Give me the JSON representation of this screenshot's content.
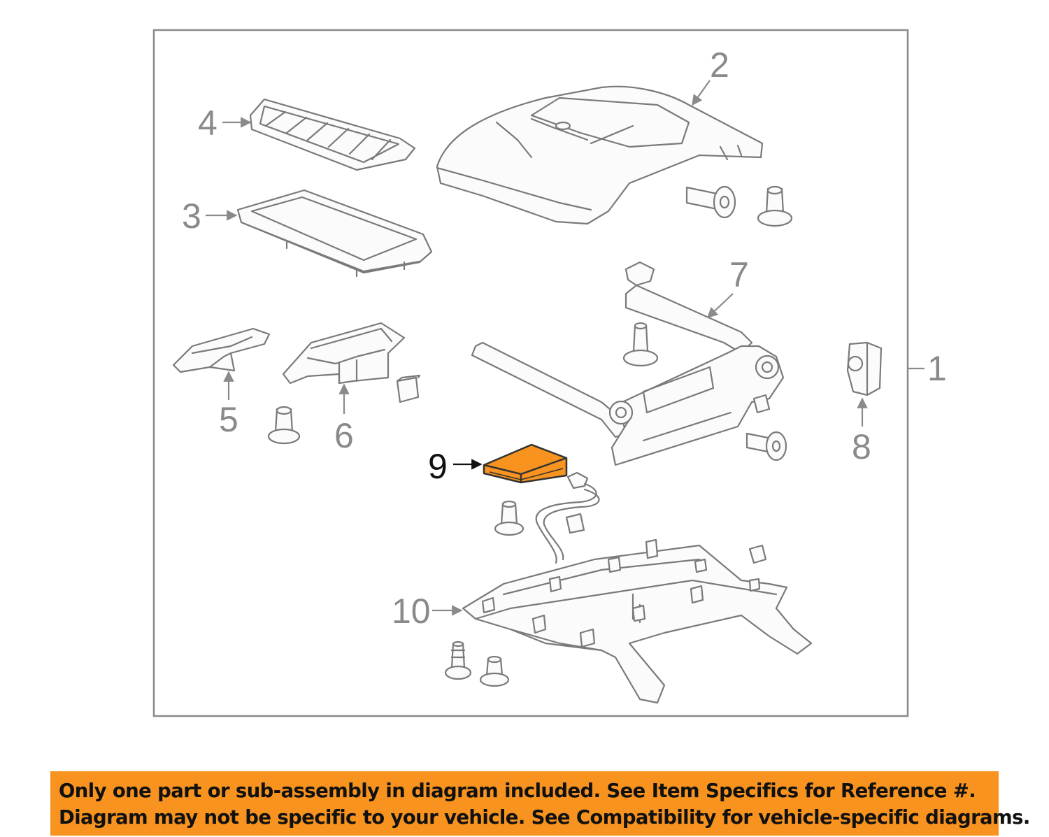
{
  "diagram": {
    "callouts": {
      "c1": "1",
      "c2": "2",
      "c3": "3",
      "c4": "4",
      "c5": "5",
      "c6": "6",
      "c7": "7",
      "c8": "8",
      "c9": "9",
      "c10": "10"
    },
    "highlight_part": "9",
    "colors": {
      "highlight_fill": "#f7931e",
      "frame_stroke": "#8a8a8a",
      "part_stroke": "#7a7a7a",
      "banner_background": "#f7931e"
    }
  },
  "disclaimer": {
    "line1": "Only one part or sub-assembly in diagram included. See Item Specifics for Reference #.",
    "line2": "Diagram may not be specific to your vehicle. See Compatibility for vehicle-specific diagrams."
  }
}
